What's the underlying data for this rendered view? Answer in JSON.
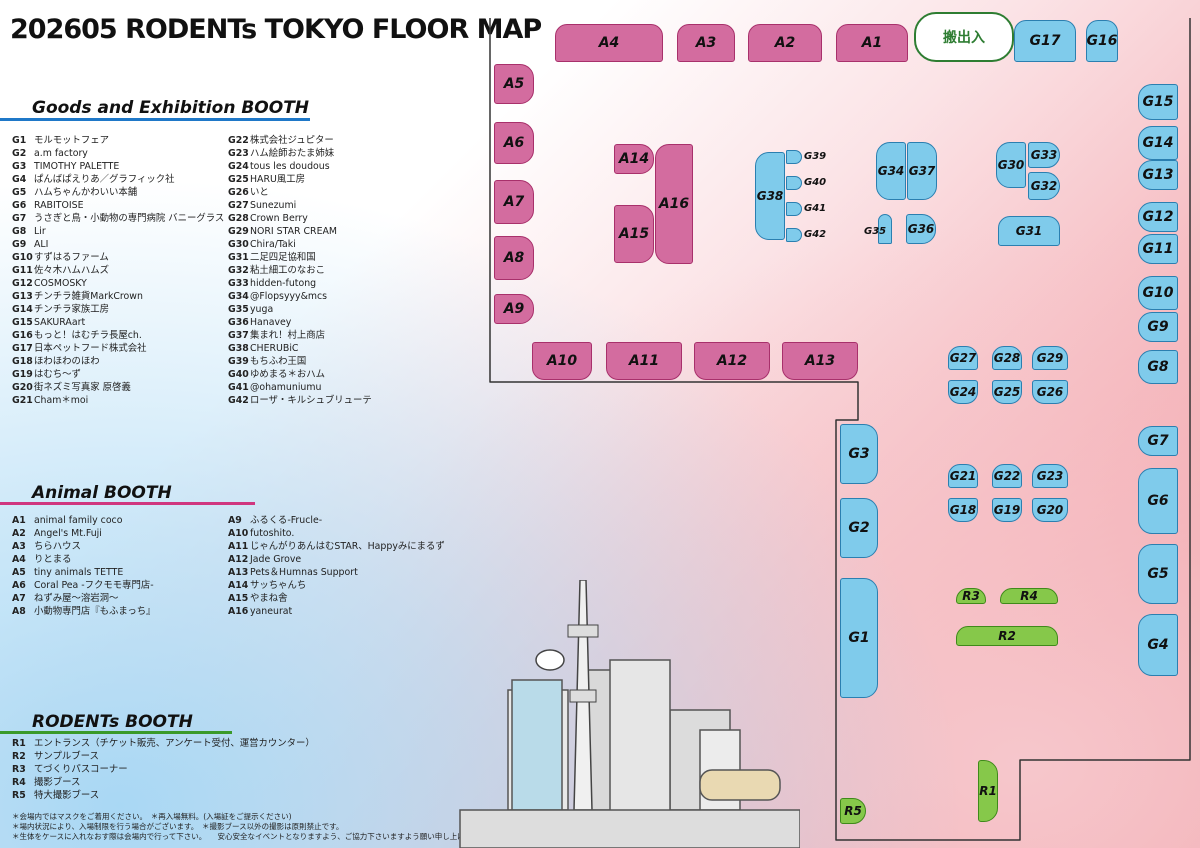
{
  "title": "202605 RODENTs TOKYO FLOOR MAP",
  "dock_label": "搬出入",
  "colors": {
    "animal": "#d36c9f",
    "goods": "#7fcbeb",
    "rodents": "#86c84a"
  },
  "sections": {
    "goods": "Goods and Exhibition BOOTH",
    "animal": "Animal BOOTH",
    "rodents": "RODENTs BOOTH"
  },
  "goods_left": [
    [
      "G1",
      "モルモットフェア"
    ],
    [
      "G2",
      "a.m factory"
    ],
    [
      "G3",
      "TIMOTHY PALETTE"
    ],
    [
      "G4",
      "ぱんばぱえりあ／グラフィック社"
    ],
    [
      "G5",
      "ハムちゃんかわいい本舗"
    ],
    [
      "G6",
      "RABITOISE"
    ],
    [
      "G7",
      "うさぎと鳥・小動物の専門病院 バニーグラス"
    ],
    [
      "G8",
      "Lir"
    ],
    [
      "G9",
      "ALI"
    ],
    [
      "G10",
      "すずはるファーム"
    ],
    [
      "G11",
      "佐々木ハムハムズ"
    ],
    [
      "G12",
      "COSMOSKY"
    ],
    [
      "G13",
      "チンチラ雑貨MarkCrown"
    ],
    [
      "G14",
      "チンチラ家族工房"
    ],
    [
      "G15",
      "SAKURAart"
    ],
    [
      "G16",
      "もっと！はむチラ長屋ch."
    ],
    [
      "G17",
      "日本ペットフード株式会社"
    ],
    [
      "G18",
      "ほわほわのほわ"
    ],
    [
      "G19",
      "はむち～ず"
    ],
    [
      "G20",
      "街ネズミ写真家 原啓義"
    ],
    [
      "G21",
      "Cham＊moi"
    ]
  ],
  "goods_right": [
    [
      "G22",
      "株式会社ジュピター"
    ],
    [
      "G23",
      "ハム絵師おたま姉妹"
    ],
    [
      "G24",
      "tous les doudous"
    ],
    [
      "G25",
      "HARU風工房"
    ],
    [
      "G26",
      "いと"
    ],
    [
      "G27",
      "Sunezumi"
    ],
    [
      "G28",
      "Crown Berry"
    ],
    [
      "G29",
      "NORI STAR CREAM"
    ],
    [
      "G30",
      "Chira/Taki"
    ],
    [
      "G31",
      "二足四足協和国"
    ],
    [
      "G32",
      "粘土細工のなおこ"
    ],
    [
      "G33",
      "hidden-futong"
    ],
    [
      "G34",
      "@Flopsyyy&mcs"
    ],
    [
      "G35",
      "yuga"
    ],
    [
      "G36",
      "Hanavey"
    ],
    [
      "G37",
      "集まれ！村上商店"
    ],
    [
      "G38",
      "CHERUBiC"
    ],
    [
      "G39",
      "もちふわ王国"
    ],
    [
      "G40",
      "ゆめまる＊おハム"
    ],
    [
      "G41",
      "@ohamuniumu"
    ],
    [
      "G42",
      "ローザ・キルシュブリューテ"
    ]
  ],
  "animal_left": [
    [
      "A1",
      "animal family coco"
    ],
    [
      "A2",
      "Angel's Mt.Fuji"
    ],
    [
      "A3",
      "ちらハウス"
    ],
    [
      "A4",
      "りとまる"
    ],
    [
      "A5",
      "tiny animals TETTE"
    ],
    [
      "A6",
      "Coral Pea -フクモモ専門店-"
    ],
    [
      "A7",
      "ねずみ屋～溶岩洞～"
    ],
    [
      "A8",
      "小動物専門店『もふまっち』"
    ]
  ],
  "animal_right": [
    [
      "A9",
      "ふるくる-Frucle-"
    ],
    [
      "A10",
      "futoshito."
    ],
    [
      "A11",
      "じゃんがりあんはむSTAR、Happyみにまるず"
    ],
    [
      "A12",
      "Jade Grove"
    ],
    [
      "A13",
      "Pets＆Humnas Support"
    ],
    [
      "A14",
      "サッちゃんち"
    ],
    [
      "A15",
      "やまね舎"
    ],
    [
      "A16",
      "yaneurat"
    ]
  ],
  "rodents": [
    [
      "R1",
      "エントランス（チケット販売、アンケート受付、運営カウンター）"
    ],
    [
      "R2",
      "サンプルブース"
    ],
    [
      "R3",
      "てづくりパスコーナー"
    ],
    [
      "R4",
      "撮影ブース"
    ],
    [
      "R5",
      "特大撮影ブース"
    ]
  ],
  "notes": [
    "＊会場内ではマスクをご着用ください。　＊再入場無料。(入場証をご提示ください)",
    "＊場内状況により、入場制限を行う場合がございます。　＊撮影ブース以外の撮影は原則禁止です。",
    "＊生体をケースに入れなおす際は会場内で行って下さい。　　安心安全なイベントとなりますよう、ご協力下さいますよう願い申し上げます。"
  ]
}
